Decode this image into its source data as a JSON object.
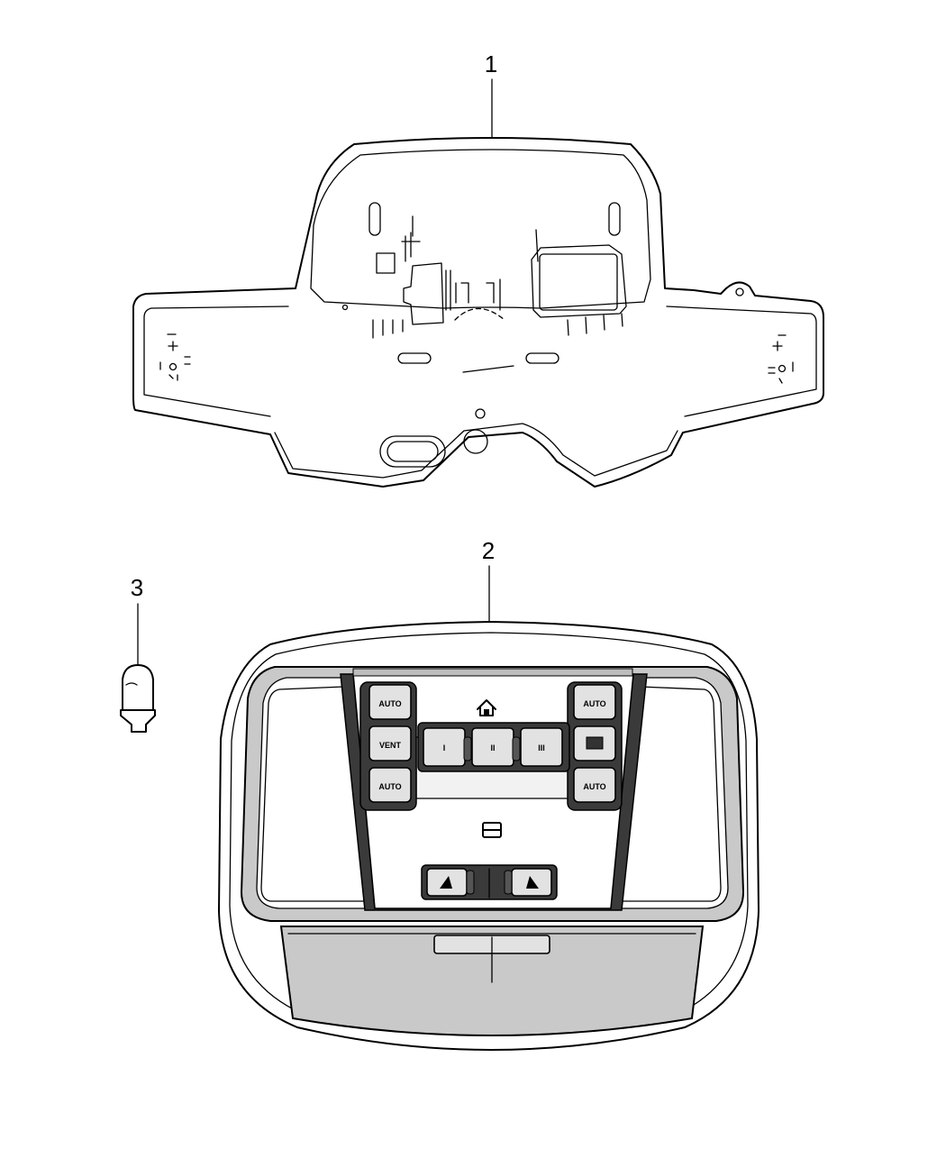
{
  "callouts": {
    "part1": "1",
    "part2": "2",
    "part3": "3"
  },
  "console_buttons": {
    "left_top": "AUTO",
    "left_middle": "VENT",
    "left_bottom": "AUTO",
    "right_top": "AUTO",
    "right_bottom": "AUTO"
  },
  "light_switches": {
    "one": "I",
    "two": "II",
    "three": "III"
  }
}
